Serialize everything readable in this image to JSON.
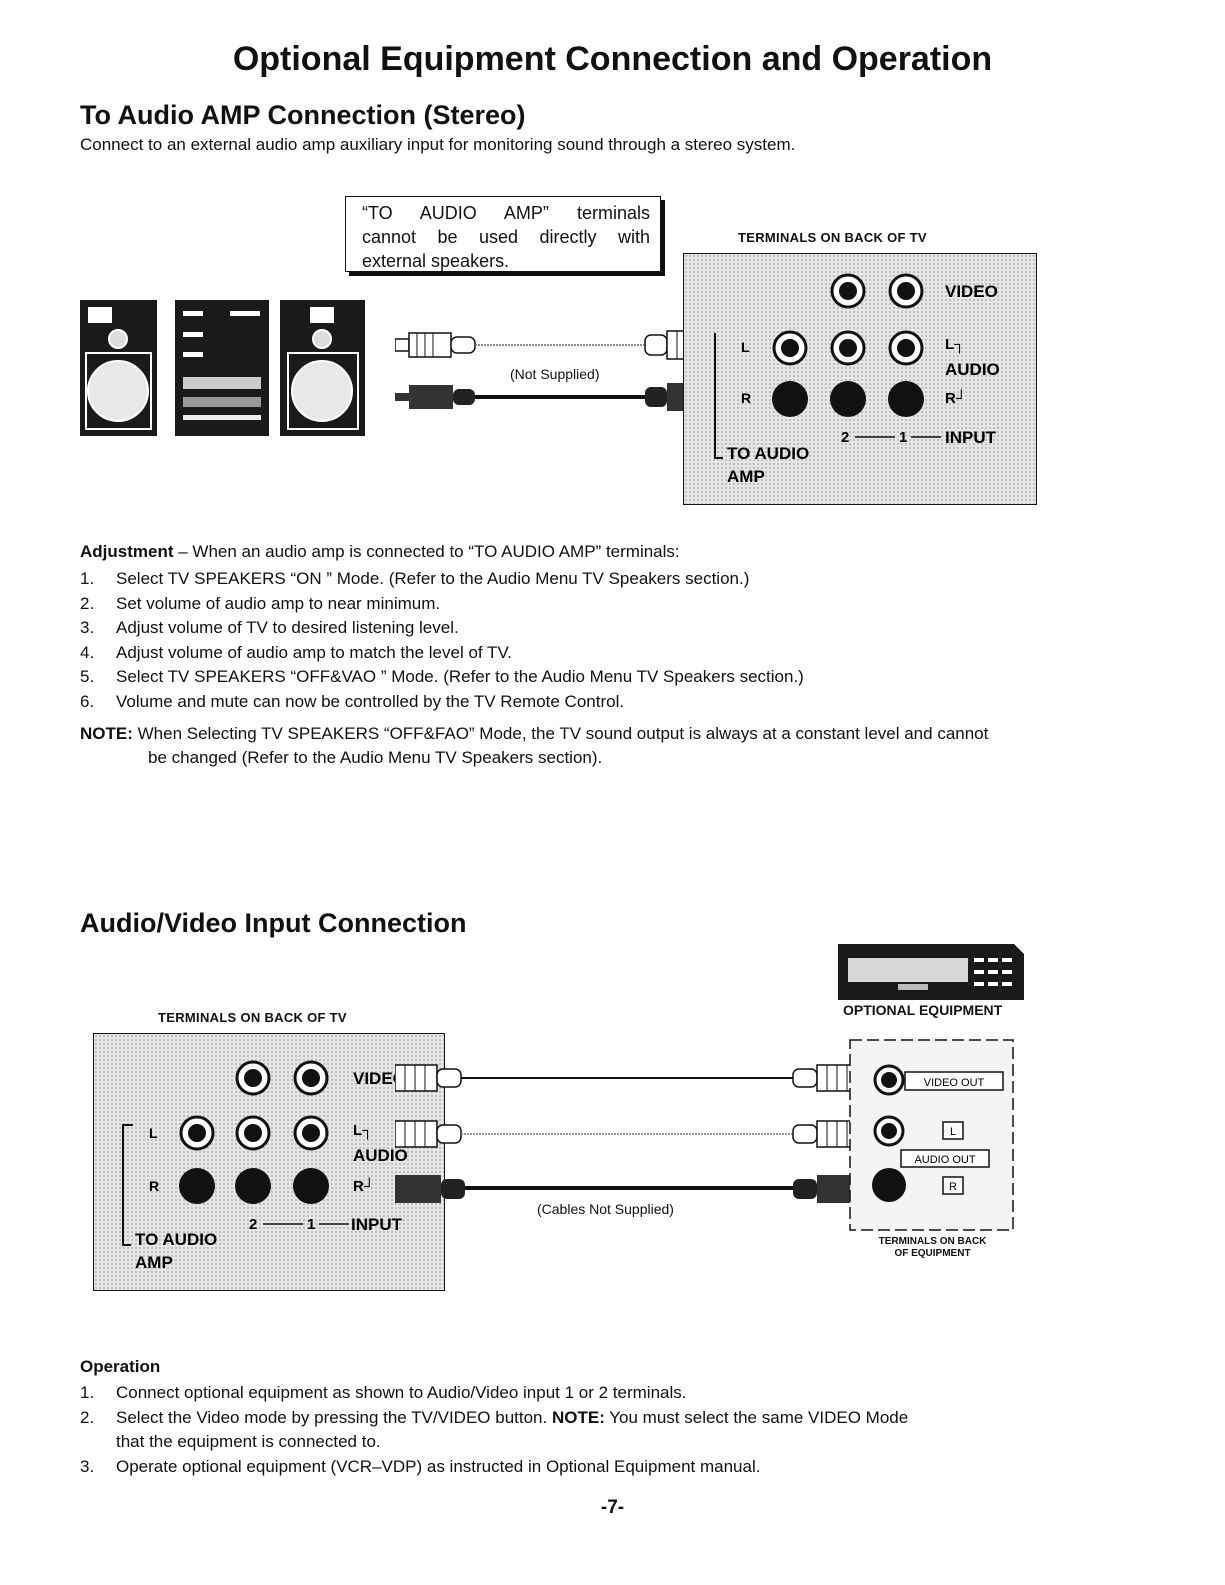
{
  "page_title": "Optional Equipment Connection and Operation",
  "section1": {
    "heading": "To Audio AMP Connection (Stereo)",
    "intro": "Connect to an external audio amp auxiliary input for monitoring sound through a stereo system.",
    "callout_lines": [
      "“TO AUDIO AMP” terminals",
      "cannot be used directly with",
      "external speakers."
    ],
    "terminals_caption": "TERMINALS ON BACK OF TV",
    "cable_caption": "(Not Supplied)",
    "panel": {
      "video": "VIDEO",
      "l": "L",
      "audio": "AUDIO",
      "r": "R",
      "to_audio": "TO AUDIO",
      "amp": "AMP",
      "input2": "2",
      "input1": "1",
      "input": "INPUT"
    },
    "adjustment_label": "Adjustment",
    "adjustment_intro": " – When an audio amp is connected to “TO AUDIO AMP” terminals:",
    "steps": [
      {
        "num": "1.",
        "text": "Select TV SPEAKERS “ON ” Mode. (Refer to the Audio Menu TV Speakers section.)"
      },
      {
        "num": "2.",
        "text": "Set volume of audio amp to near minimum."
      },
      {
        "num": "3.",
        "text": "Adjust volume of TV to desired listening level."
      },
      {
        "num": "4.",
        "text": "Adjust volume of audio amp to match the level of TV."
      },
      {
        "num": "5.",
        "text": "Select TV SPEAKERS “OFF&VAO ” Mode. (Refer to the Audio Menu TV Speakers section.)"
      },
      {
        "num": "6.",
        "text": "Volume and mute can now be controlled by the TV Remote Control."
      }
    ],
    "note_label": "NOTE:",
    "note_line1": " When Selecting TV SPEAKERS “OFF&FAO” Mode, the TV sound output is always at a constant level and cannot",
    "note_line2": "be changed (Refer to the Audio Menu TV Speakers section)."
  },
  "section2": {
    "heading": "Audio/Video Input Connection",
    "terminals_caption": "TERMINALS ON BACK OF TV",
    "optional_equipment": "OPTIONAL EQUIPMENT",
    "video_out": "VIDEO OUT",
    "audio_out": "AUDIO OUT",
    "l": "L",
    "r": "R",
    "equip_caption_1": "TERMINALS ON BACK",
    "equip_caption_2": "OF EQUIPMENT",
    "cable_caption": "(Cables Not Supplied)",
    "panel": {
      "video": "VIDEO",
      "l": "L",
      "audio": "AUDIO",
      "r": "R",
      "to_audio": "TO AUDIO",
      "amp": "AMP",
      "input2": "2",
      "input1": "1",
      "input": "INPUT"
    },
    "operation_label": "Operation",
    "steps": [
      {
        "num": "1.",
        "text": "Connect optional equipment as shown to Audio/Video input 1 or 2 terminals."
      },
      {
        "num": "2.",
        "text_a": "Select the Video mode by pressing the TV/VIDEO button. ",
        "note_label": "NOTE:",
        "text_b": " You must select the same VIDEO Mode",
        "text_c": "that the equipment is connected to."
      },
      {
        "num": "3.",
        "text": "Operate optional equipment (VCR–VDP) as instructed in Optional Equipment manual."
      }
    ]
  },
  "page_number": "-7-"
}
